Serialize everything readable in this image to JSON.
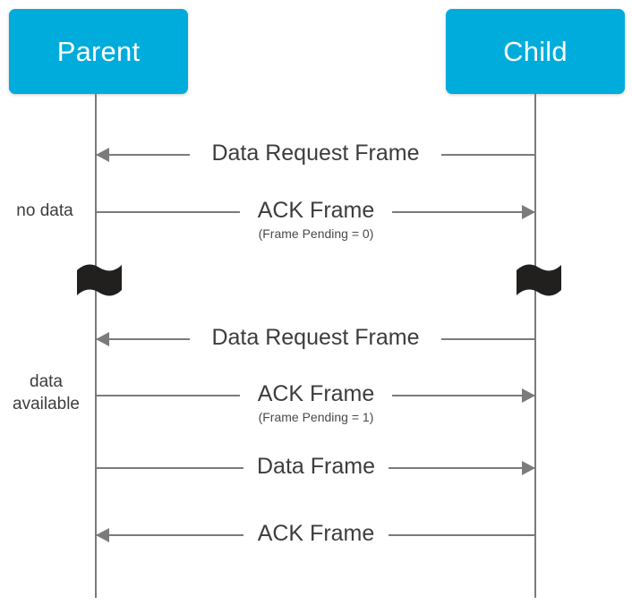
{
  "diagram": {
    "type": "sequence-diagram",
    "background_color": "#ffffff",
    "accent_color": "#00ACDC",
    "line_color": "#7b7b7b",
    "text_color": "#3d3d3d"
  },
  "actors": [
    {
      "id": "parent",
      "label": "Parent",
      "side": "left"
    },
    {
      "id": "child",
      "label": "Child",
      "side": "right"
    }
  ],
  "side_notes": [
    {
      "id": "no-data",
      "text": "no data"
    },
    {
      "id": "data-available",
      "text": "data\navailable"
    }
  ],
  "breaks": [
    {
      "id": "break-parent",
      "icon": "flag-icon",
      "on": "parent"
    },
    {
      "id": "break-child",
      "icon": "flag-icon",
      "on": "child"
    }
  ],
  "messages": [
    {
      "id": "msg-1",
      "title": "Data Request Frame",
      "sub": "",
      "from": "child",
      "to": "parent",
      "direction": "left"
    },
    {
      "id": "msg-2",
      "title": "ACK Frame",
      "sub": "(Frame Pending = 0)",
      "from": "parent",
      "to": "child",
      "direction": "right"
    },
    {
      "id": "msg-3",
      "title": "Data Request Frame",
      "sub": "",
      "from": "child",
      "to": "parent",
      "direction": "left"
    },
    {
      "id": "msg-4",
      "title": "ACK Frame",
      "sub": "(Frame Pending = 1)",
      "from": "parent",
      "to": "child",
      "direction": "right"
    },
    {
      "id": "msg-5",
      "title": "Data Frame",
      "sub": "",
      "from": "parent",
      "to": "child",
      "direction": "right"
    },
    {
      "id": "msg-6",
      "title": "ACK Frame",
      "sub": "",
      "from": "child",
      "to": "parent",
      "direction": "left"
    }
  ]
}
